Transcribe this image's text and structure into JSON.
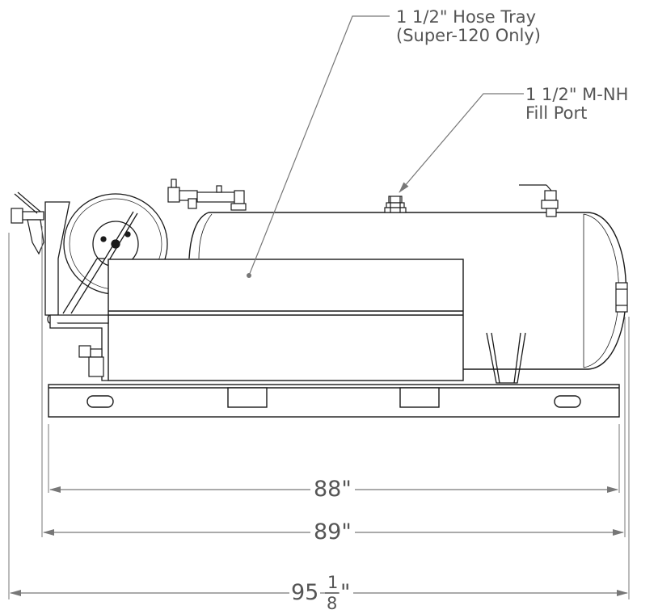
{
  "callouts": {
    "hose_tray": {
      "line1": "1 1/2\" Hose Tray",
      "line2": "(Super-120 Only)"
    },
    "fill_port": {
      "line1": "1 1/2\" M-NH",
      "line2": "Fill Port"
    }
  },
  "dimensions": {
    "d88": "88\"",
    "d89": "89\"",
    "d95_whole": "95",
    "d95_num": "1",
    "d95_den": "8",
    "d95_unit": "\""
  },
  "colors": {
    "drawing_line": "#1a1a1a",
    "dimension_line": "#777777",
    "label_text": "#555555",
    "background": "#ffffff"
  }
}
